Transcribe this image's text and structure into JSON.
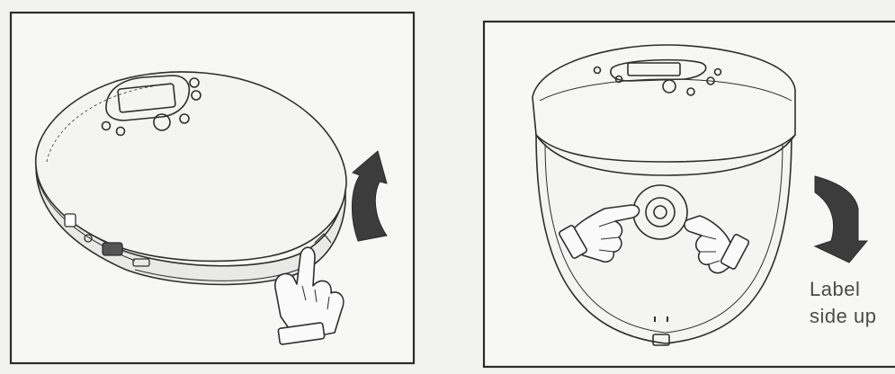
{
  "panels": [
    {
      "id": "open-lid",
      "caption": ""
    },
    {
      "id": "insert-disc",
      "caption_lines": [
        "Label",
        "side up"
      ]
    }
  ],
  "colors": {
    "paper": "#f2f2f0",
    "frame": "#3a3a3a",
    "ink": "#2e2e2e",
    "arrow_fill": "#3c3c3c"
  },
  "icons": [
    "lid-open-arrow-icon",
    "lid-close-arrow-icon",
    "pointing-hand-icon"
  ]
}
